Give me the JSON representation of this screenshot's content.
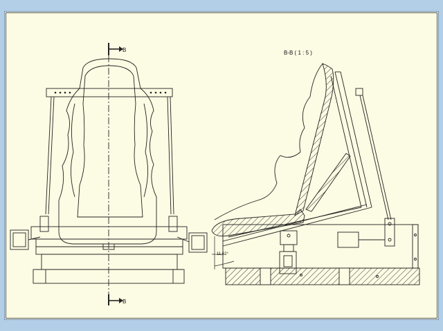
{
  "sheet": {
    "background": "#fcfbe3",
    "window_background": "#b3cfe8"
  },
  "front_view": {
    "section_marker_top": "B",
    "section_marker_bottom": "B"
  },
  "section_view": {
    "title": "B-B ( 1 : 5 )",
    "angle_dimension": "11,62°"
  }
}
